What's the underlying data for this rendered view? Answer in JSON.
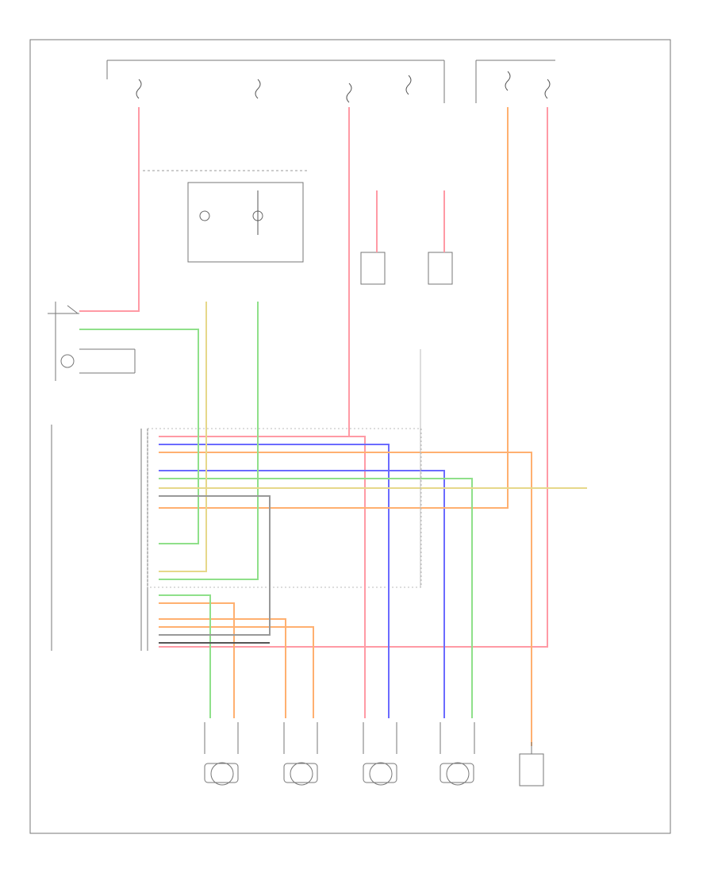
{
  "diagram": {
    "footer_code": "",
    "wire_colors": {
      "red": "#ff9aa5",
      "green": "#8fe08a",
      "blue": "#6b6bff",
      "orange": "#ffb070",
      "yellow": "#e6d88a",
      "gray": "#999999",
      "black": "#333333"
    },
    "fuse_blocks": [
      {
        "id": "top-left-fuse",
        "label": "",
        "sublabel": ""
      },
      {
        "id": "center-fuse",
        "label": "",
        "sublabel": ""
      },
      {
        "id": "center-right-fuse",
        "label": "",
        "sublabel": ""
      },
      {
        "id": "right-fuse",
        "label": "",
        "sublabel": ""
      }
    ],
    "components": {
      "abs_control_module": {
        "label": "",
        "pins": []
      },
      "abs_switch": {
        "label": ""
      },
      "traction_control_relay": {
        "label": ""
      },
      "stop_lamp_switch_left": {
        "label": ""
      },
      "stop_lamp_switch_right": {
        "label": ""
      },
      "wheel_speed_sensors": [
        {
          "label": ""
        },
        {
          "label": ""
        },
        {
          "label": ""
        },
        {
          "label": ""
        }
      ],
      "brake_fluid_switch": {
        "label": ""
      },
      "data_link_connector": {
        "label": ""
      },
      "side_note": {
        "label": ""
      }
    }
  }
}
